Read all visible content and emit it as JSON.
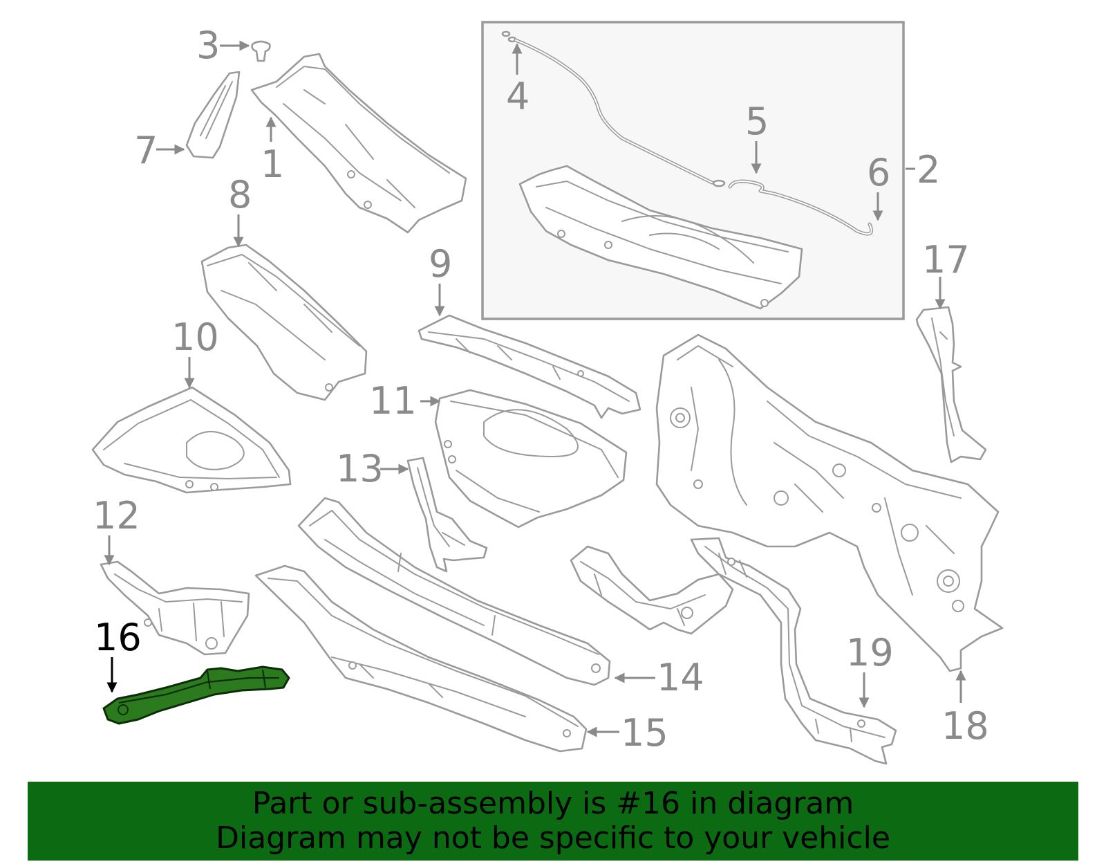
{
  "colors": {
    "line_art": "#9a9a9a",
    "callout_text": "#8a8a8a",
    "highlight_fill": "#2c7a1e",
    "highlight_outline": "#0c2d08",
    "banner_bg": "#0c6a12",
    "banner_text": "#000000"
  },
  "highlighted_part": "16",
  "callouts": {
    "c1": "1",
    "c2": "2",
    "c3": "3",
    "c4": "4",
    "c5": "5",
    "c6": "6",
    "c7": "7",
    "c8": "8",
    "c9": "9",
    "c10": "10",
    "c11": "11",
    "c12": "12",
    "c13": "13",
    "c14": "14",
    "c15": "15",
    "c16": "16",
    "c17": "17",
    "c18": "18",
    "c19": "19"
  },
  "banner": {
    "line1": "Part or sub-assembly is #16 in diagram",
    "line2": "Diagram may not be specific to your vehicle"
  }
}
